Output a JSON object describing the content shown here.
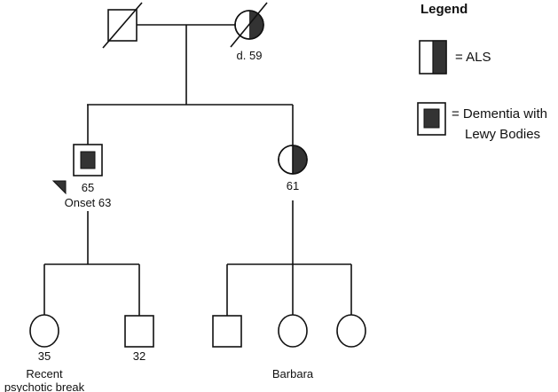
{
  "title": "Pedigree",
  "colors": {
    "affected": "#333333",
    "line": "#111111",
    "background": "#ffffff"
  },
  "legend": {
    "title": "Legend",
    "items": [
      {
        "symbol": "half-filled-right",
        "label": "= ALS"
      },
      {
        "symbol": "inner-filled-square",
        "label_line1": "= Dementia with",
        "label_line2": "Lewy Bodies"
      }
    ]
  },
  "individuals": {
    "grandfather": {
      "sex": "male",
      "deceased": true,
      "condition": "none",
      "labels": []
    },
    "grandmother": {
      "sex": "female",
      "deceased": true,
      "condition": "ALS",
      "labels": [
        "d. 59"
      ]
    },
    "son": {
      "sex": "male",
      "deceased": false,
      "condition": "Dementia with Lewy Bodies",
      "proband": true,
      "labels": [
        "65",
        "Onset 63"
      ]
    },
    "daughter": {
      "sex": "female",
      "deceased": false,
      "condition": "ALS",
      "labels": [
        "61"
      ]
    },
    "grandchild1": {
      "sex": "female",
      "labels": [
        "35",
        "Recent",
        "psychotic break"
      ]
    },
    "grandchild2": {
      "sex": "male",
      "labels": [
        "32"
      ]
    },
    "grandchild3": {
      "sex": "male",
      "labels": []
    },
    "grandchild4": {
      "sex": "female",
      "labels": [
        "Barbara"
      ]
    },
    "grandchild5": {
      "sex": "female",
      "labels": []
    }
  }
}
